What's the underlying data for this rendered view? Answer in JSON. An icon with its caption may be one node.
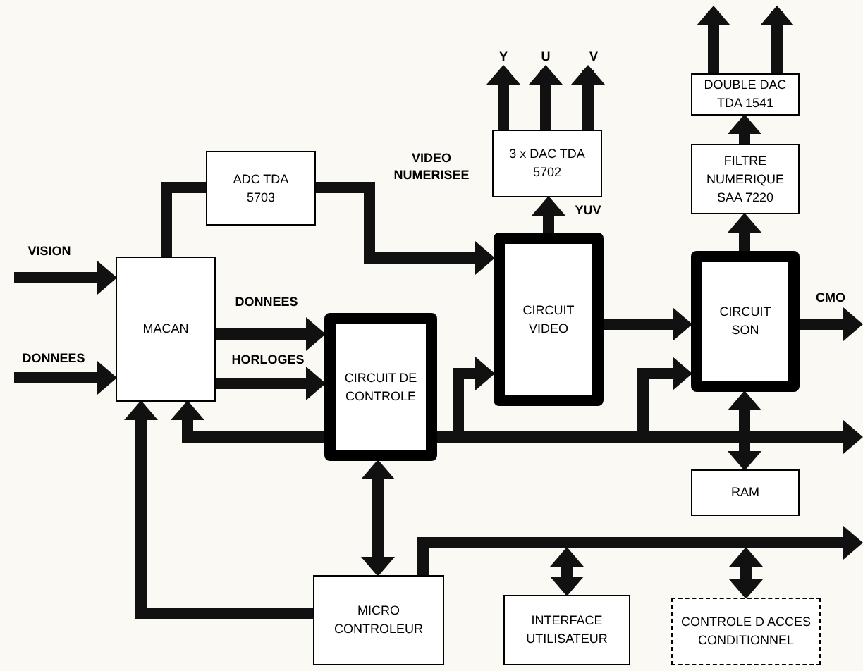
{
  "diagram": {
    "nodes": [
      {
        "text": [
          "ADC TDA 5703"
        ]
      },
      {
        "text": [
          "MACAN"
        ]
      },
      {
        "text": [
          "CIRCUIT DE CONTROLE"
        ]
      },
      {
        "text": [
          "3 x DAC TDA 5702"
        ]
      },
      {
        "text": [
          "CIRCUIT VIDEO"
        ]
      },
      {
        "text": [
          "DOUBLE DAC TDA 1541"
        ]
      },
      {
        "text": [
          "FILTRE NUMERIQUE SAA 7220"
        ]
      },
      {
        "text": [
          "CIRCUIT SON"
        ]
      },
      {
        "text": [
          "RAM"
        ]
      },
      {
        "text": [
          "MICRO CONTROLEUR"
        ]
      },
      {
        "text": [
          "INTERFACE UTILISATEUR"
        ]
      },
      {
        "text": [
          "CONTROLE D ACCES CONDITIONNEL"
        ]
      },
      {
        "text": [],
        "shape": "bar"
      },
      {
        "text": [],
        "shape": "bar"
      }
    ],
    "edges": [
      {
        "from": null,
        "to": 1,
        "arrow": "to",
        "label": "VISION"
      },
      {
        "from": null,
        "to": 1,
        "arrow": "to",
        "label": "DONNEES"
      },
      {
        "from": 1,
        "to": 0,
        "arrow": "none"
      },
      {
        "from": 0,
        "to": 4,
        "arrow": "to",
        "label": "VIDEO NUMERISEE"
      },
      {
        "from": 1,
        "to": 2,
        "arrow": "to",
        "label": "DONNEES"
      },
      {
        "from": 1,
        "to": 2,
        "arrow": "to",
        "label": "HORLOGES"
      },
      {
        "from": 2,
        "to": 1,
        "arrow": "to"
      },
      {
        "from": 9,
        "to": 1,
        "arrow": "to"
      },
      {
        "from": 2,
        "to": 9,
        "arrow": "both"
      },
      {
        "from": 12,
        "to": 4,
        "arrow": "to"
      },
      {
        "from": 12,
        "to": 7,
        "arrow": "to"
      },
      {
        "from": 12,
        "to": null,
        "arrow": "to"
      },
      {
        "from": 7,
        "to": 8,
        "arrow": "both"
      },
      {
        "from": 4,
        "to": 3,
        "arrow": "to",
        "label": "YUV"
      },
      {
        "from": 3,
        "to": null,
        "arrow": "to",
        "label": "Y"
      },
      {
        "from": 3,
        "to": null,
        "arrow": "to",
        "label": "U"
      },
      {
        "from": 3,
        "to": null,
        "arrow": "to",
        "label": "V"
      },
      {
        "from": 4,
        "to": 7,
        "arrow": "to"
      },
      {
        "from": 7,
        "to": 6,
        "arrow": "to"
      },
      {
        "from": 6,
        "to": 5,
        "arrow": "to"
      },
      {
        "from": 5,
        "to": null,
        "arrow": "to"
      },
      {
        "from": 5,
        "to": null,
        "arrow": "to"
      },
      {
        "from": 7,
        "to": null,
        "arrow": "to",
        "label": "CMO"
      },
      {
        "from": 9,
        "to": 13,
        "arrow": "none"
      },
      {
        "from": 13,
        "to": 10,
        "arrow": "both"
      },
      {
        "from": 13,
        "to": 11,
        "arrow": "both"
      },
      {
        "from": 13,
        "to": null,
        "arrow": "to"
      }
    ]
  }
}
